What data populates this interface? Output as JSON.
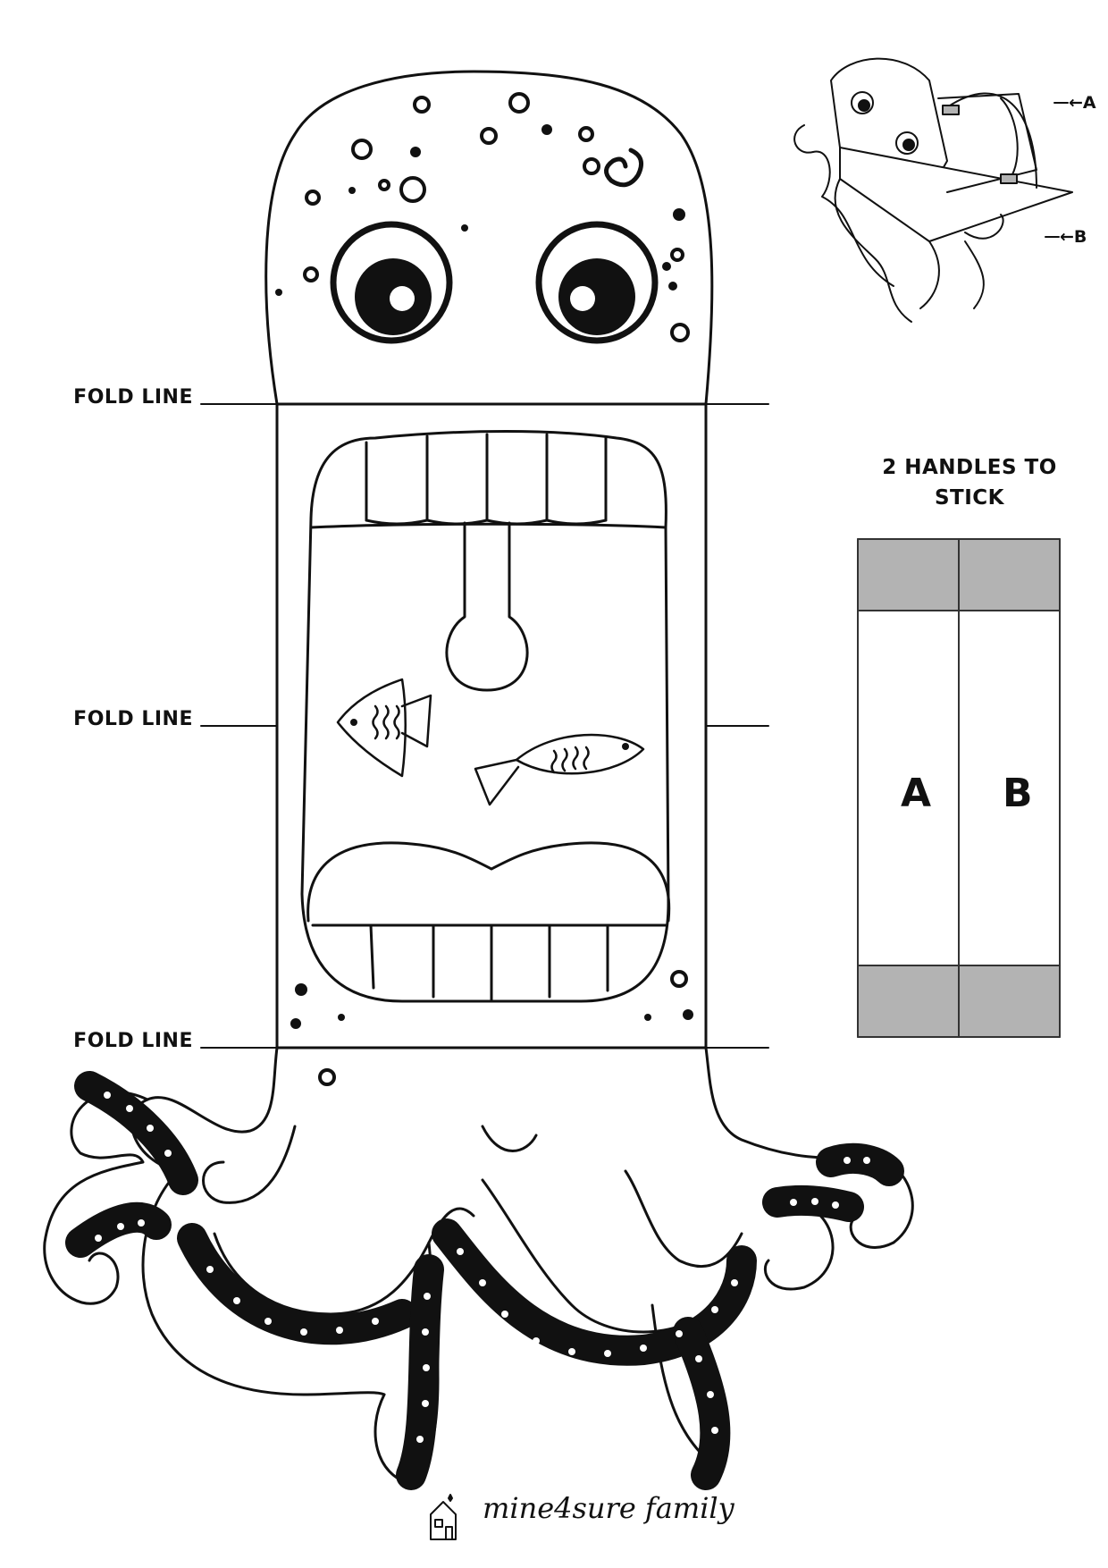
{
  "fold_labels": [
    "FOLD LINE",
    "FOLD LINE",
    "FOLD LINE"
  ],
  "handles": {
    "title": "2 HANDLES TO STICK",
    "label_a": "A",
    "label_b": "B",
    "tab_color": "#b3b3b3"
  },
  "diagram": {
    "arrow_a": "←A",
    "arrow_b": "←B"
  },
  "brand": {
    "name": "mine4sure family",
    "icon": "house-icon"
  },
  "colors": {
    "ink": "#111111",
    "paper": "#ffffff"
  }
}
